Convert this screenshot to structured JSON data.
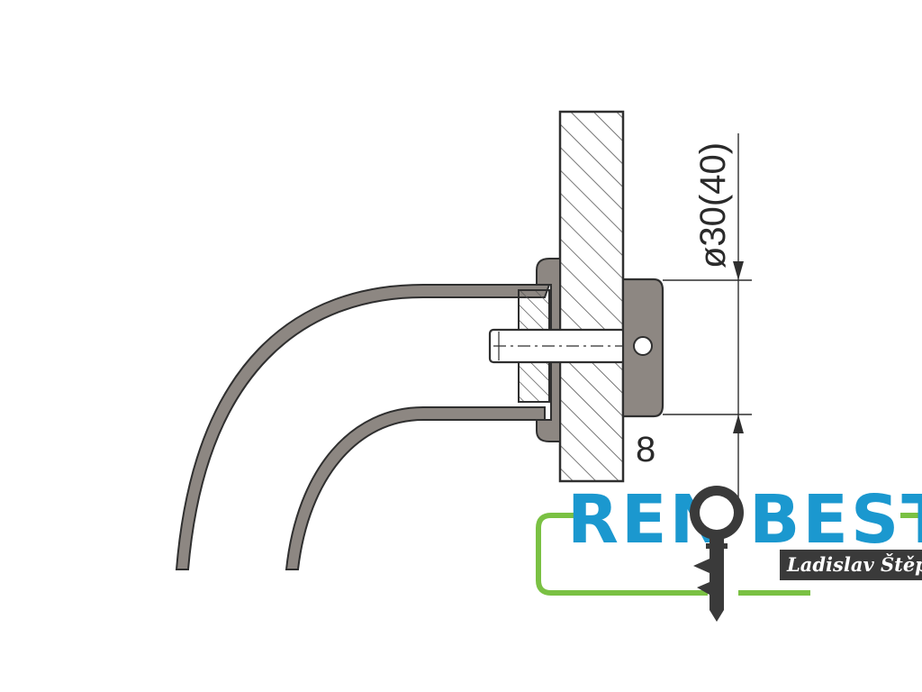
{
  "drawing": {
    "dimensions": {
      "diameter_label": "ø30(40)",
      "thickness_label": "8"
    },
    "colors": {
      "line": "#2f2f2f",
      "metal_fill": "#8d8782",
      "hatch": "#555555"
    }
  },
  "logo": {
    "wordmark_left": "REN",
    "wordmark_right": "BEST",
    "owner": "Ladislav Štěpán",
    "colors": {
      "wordmark": "#1b98cf",
      "frame": "#7ac143",
      "owner_band": "#3a3a3a",
      "key": "#3a3a3a"
    },
    "icon": "key-icon"
  }
}
